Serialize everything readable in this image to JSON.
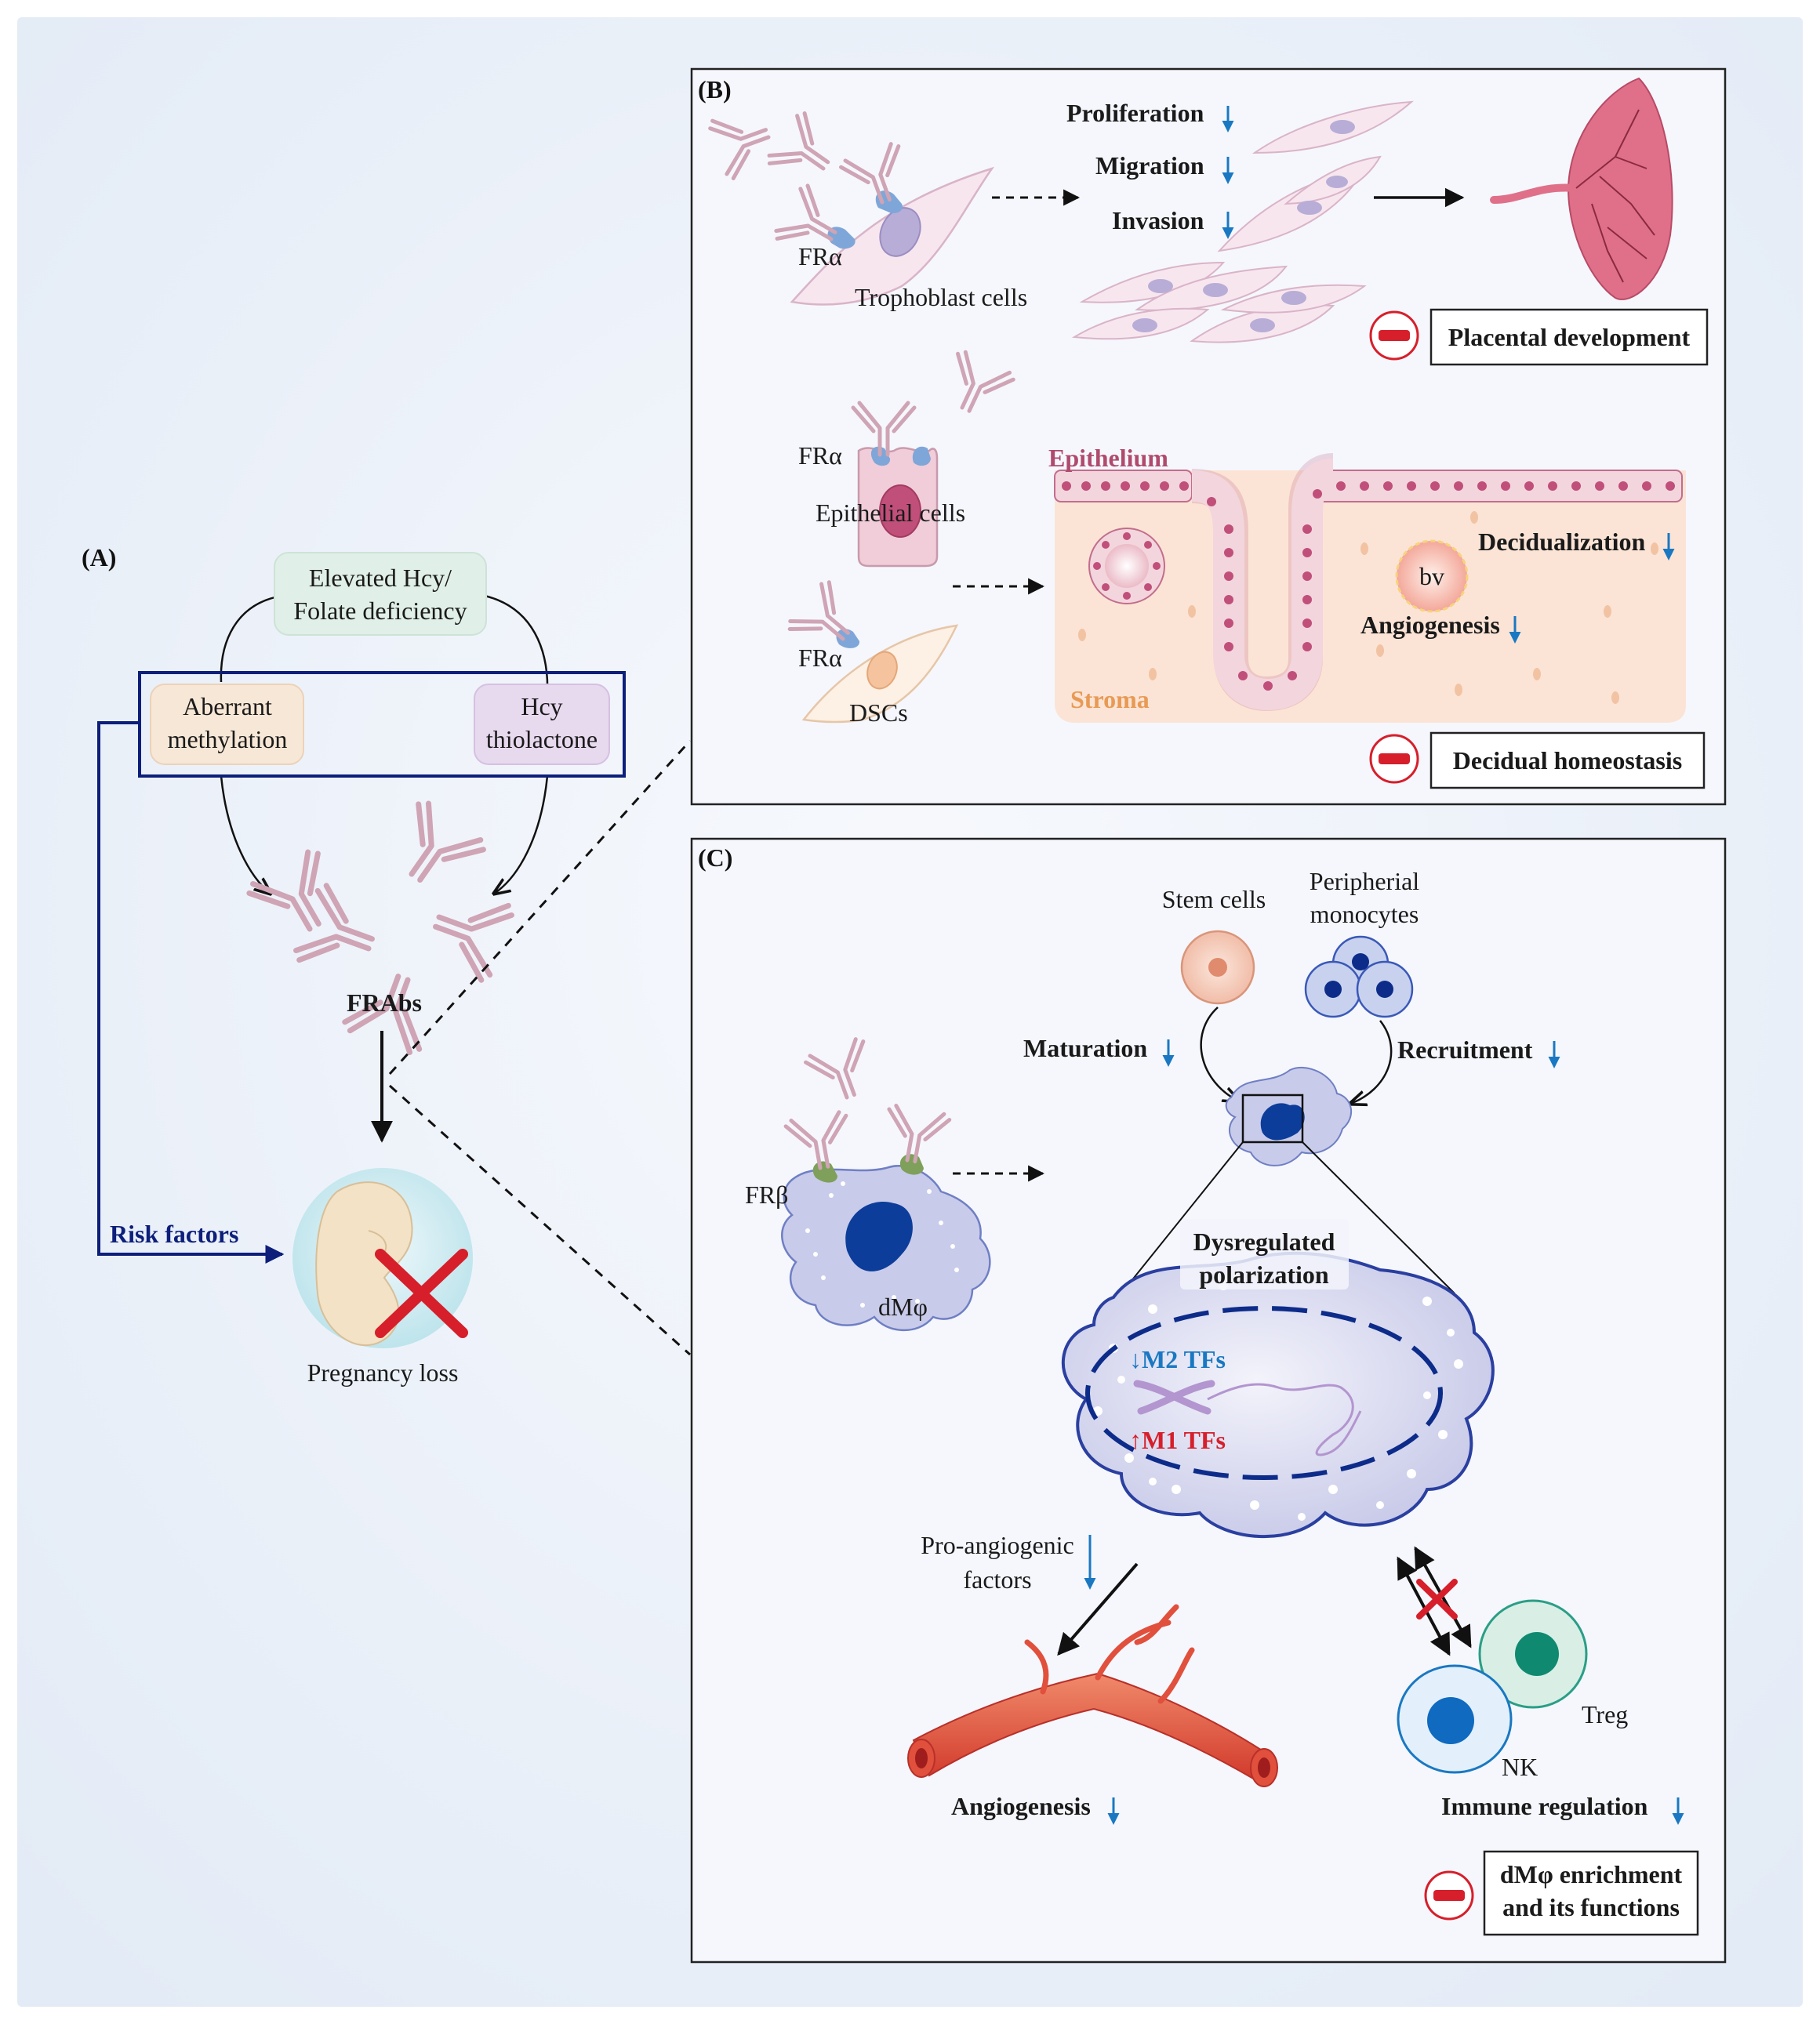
{
  "colors": {
    "background": "#eef3fa",
    "navy_frame": "#0d1f7a",
    "antibody": "#cfa4b4",
    "receptor_alpha": "#7fa6d8",
    "receptor_beta": "#7ea05a",
    "down_arrow": "#1a78c2",
    "inhibit_red": "#d61f2b",
    "m2_text": "#1a78c2",
    "m1_text": "#d61f2b",
    "epithelium_text": "#b04a6c",
    "stroma_text": "#e89a54"
  },
  "panel_a": {
    "label": "(A)",
    "top_box": "Elevated Hcy/\nFolate deficiency",
    "left_box": "Aberrant\nmethylation",
    "right_box": "Hcy\nthiolactone",
    "antibody_label": "FRAbs",
    "risk_label": "Risk factors",
    "outcome_label": "Pregnancy loss"
  },
  "panel_b": {
    "label": "(B)",
    "receptor_label_1": "FRα",
    "trophoblast_label": "Trophoblast cells",
    "effects": [
      "Proliferation",
      "Migration",
      "Invasion"
    ],
    "outcome_1": "Placental development",
    "receptor_label_2": "FRα",
    "epithelial_label": "Epithelial cells",
    "receptor_label_3": "FRα",
    "dsc_label": "DSCs",
    "epithelium_label": "Epithelium",
    "stroma_label": "Stroma",
    "vessel_label": "bv",
    "decidualization_label": "Decidualization",
    "angiogenesis_label": "Angiogenesis",
    "outcome_2": "Decidual homeostasis"
  },
  "panel_c": {
    "label": "(C)",
    "stem_label": "Stem cells",
    "monocyte_label": "Peripherial\nmonocytes",
    "maturation_label": "Maturation",
    "recruitment_label": "Recruitment",
    "receptor_label": "FRβ",
    "macrophage_label": "dMφ",
    "polarization_label": "Dysregulated\npolarization",
    "m2_label": "↓M2 TFs",
    "m1_label": "↑M1 TFs",
    "factors_label": "Pro-angiogenic\nfactors",
    "angiogenesis_label": "Angiogenesis",
    "treg_label": "Treg",
    "nk_label": "NK",
    "immune_label": "Immune regulation",
    "outcome": "dMφ enrichment\nand its functions"
  }
}
